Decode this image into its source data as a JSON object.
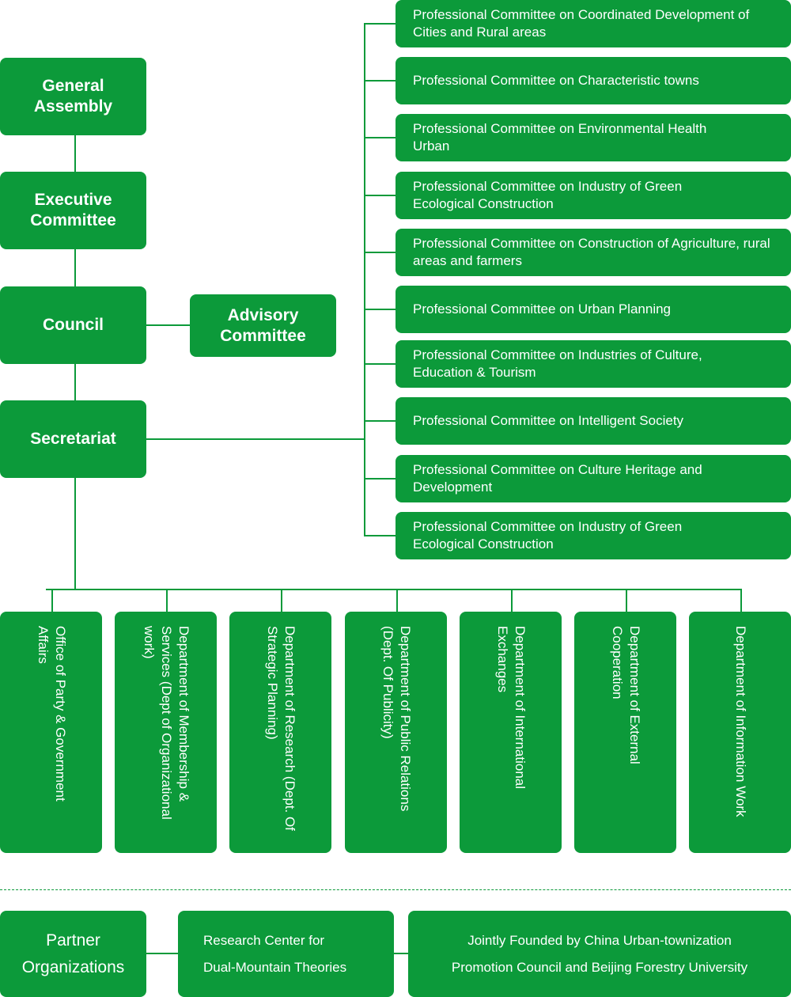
{
  "main_chain": [
    {
      "label": "General Assembly"
    },
    {
      "label": "Executive Committee"
    },
    {
      "label": "Council"
    },
    {
      "label": "Secretariat"
    }
  ],
  "advisory": {
    "label": "Advisory Committee"
  },
  "committees": [
    {
      "label": "Professional Committee on Coordinated Development of Cities and Rural areas"
    },
    {
      "label": "Professional Committee on Characteristic towns"
    },
    {
      "label": "Professional Committee on Environmental Health Urban"
    },
    {
      "label": "Professional Committee on Industry of Green Ecological Construction"
    },
    {
      "label": "Professional Committee on Construction of Agriculture, rural areas and farmers"
    },
    {
      "label": "Professional Committee on Urban Planning"
    },
    {
      "label": "Professional Committee on Industries of Culture, Education & Tourism"
    },
    {
      "label": "Professional Committee on Intelligent Society"
    },
    {
      "label": "Professional Committee on Culture Heritage and Development"
    },
    {
      "label": "Professional Committee on Industry of Green Ecological Construction"
    }
  ],
  "departments": [
    {
      "label": "Office of Party & Government Affairs"
    },
    {
      "label": "Department of Membership & Services (Dept of Organizational work)"
    },
    {
      "label": "Department of Research (Dept. Of Strategic Planning)"
    },
    {
      "label": "Department of Public Relations (Dept. Of Publicity)"
    },
    {
      "label": "Department of International Exchanges"
    },
    {
      "label": "Department of External Cooperation"
    },
    {
      "label": "Department of Information Work"
    }
  ],
  "partners": {
    "title": "Partner Organizations",
    "center": {
      "line1": "Research Center for",
      "line2": "Dual-Mountain Theories"
    },
    "founded": {
      "line1": "Jointly Founded by China Urban-townization",
      "line2": "Promotion Council and Beijing Forestry University"
    }
  },
  "colors": {
    "primary": "#0c9a3a",
    "text": "#ffffff"
  }
}
